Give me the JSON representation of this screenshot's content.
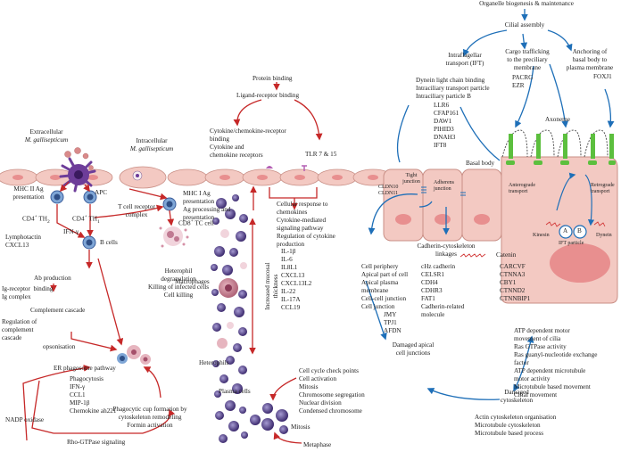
{
  "labels": {
    "organelle": "Organelle biogenesis & maintenance",
    "cilial_assembly": "Cilial assembly",
    "ift": "Intraflagellar\ntransport (IFT)",
    "cargo": "Cargo trafficking\nto the preciliary\nmembrane",
    "pacrg": "PACRG\nEZR",
    "anchoring": "Anchoring of\nbasal body to\nplasma membrane",
    "foxj1": "FOXJ1",
    "dynein_list": "Dynein light chain binding\nIntraciliary transport particle\nIntraciliary particle B",
    "genes_ift": "LLR6\nCFAP161\nDAW1\nPIHID3\nDNAH3\nIFT8",
    "axoneme": "Axoneme",
    "basal_body": "Basal body",
    "anterograde": "Anterograde\ntransport",
    "retrograde": "Retrograde\ntransport",
    "kinesin": "Kinesin",
    "dynein": "Dynein",
    "ift_particle": "IFT particle",
    "a": "A",
    "b": "B",
    "protein_binding": "Protein binding",
    "ligand_receptor": "Ligand-receptor binding",
    "cytokine_receptor": "Cytokine/chemokine-receptor\nbinding\nCytokine and\nchemokine receptors",
    "tlr": "TLR 7 & 15",
    "extracellular": "Extracellular",
    "m_gallisepticum": "M. gallisepticum",
    "intracellular": "Intracellular",
    "mhc2": "MHC II Ag\npresentation",
    "apc": "APC",
    "tcr": "T cell receptor\ncomplex",
    "mhc1": "MHC I Ag\npresentation\nAg processing and\npresentation",
    "cd8": "CD8",
    "cd8_rest": " TC cell",
    "cd4_a": "CD4",
    "th2": " TH",
    "th2_sub": "2",
    "cd4_b": "CD4",
    "th1": " TH",
    "th1_sub": "1",
    "sup_plus": "+",
    "lympho": "Lymphotactin\nCXCL13",
    "ifn": "IFN-γ",
    "bcells": "B cells",
    "ab_prod": "Ab production",
    "ig_receptor": "Ig-receptor  binding\nIg complex",
    "complement": "Complement cascade",
    "reg_complement": "Regulation of\ncomplement\ncascade",
    "opsonisation": "opsonisation",
    "heterophil": "Heterophil\ndegranulation\nKilling of infected cells\nCell killing",
    "macrophages": "Macrophages",
    "heterophils": "Heterophils",
    "plasma": "Plasma cells",
    "cellular_response": "Cellular response to\nchemokines\nCytokine-mediated\nsignaling pathway\nRegulation of cytokine\nproduction",
    "increased_mucosal": "Increased mucosal\nthickness",
    "cytokines": "IL-1β\nIL-6\nIL8L1\nCXCL13\nCXCL13L2\nIL-22\nIL-17A\nCCL19",
    "er": "ER phagosome pathway",
    "phago_list": "Phagocytosis\nIFN-γ\nCCL1\nMIP-1β\nChemokine ah221",
    "nadp": "NADP oxidase",
    "phago_cup": "Phagocytic cup formation by\ncytoskeleton remodeling\nFormin activation",
    "rho": "Rho-GTPase signaling",
    "cycle": "Cell cycle check points\nCell activation\nMitosis\nChromosome segregation\nNuclear division\nCondensed chromosome",
    "mitosis": "Mitosis",
    "metaphase": "Metaphase",
    "cldn": "CLDN10\nCLDN11",
    "tight": "Tight\njunction",
    "adherens": "Adherens\njunction",
    "cadherin": "Cadherin-cytoskeleton\nlinkages",
    "catenin": "Catenin",
    "periphery": "Cell periphery\nApical part of cell\nApical plasma\nmembrane\nCell-cell junction\nCell junction",
    "jmy": "JMY\nTPJ1\nAFDN",
    "cadherin_genes": "cHz cadherin\nCELSR1\nCDH4\nCDHR3\nFAT1\nCadherin-related\nmolecule",
    "catenin_genes": "CARCVF\nCTNNA3\nCBY1\nCTNND2\nCTNNBIP1",
    "damaged_apical": "Damaged apical\ncell junctions",
    "damaged_cyto": "Damaged\ncytoskeleton",
    "atp_list": "ATP dependent motor\nmovement of cilia\nRas GTPase activity\nRas guanyl-nucleotide exchange\nfactor\nATP dependent microtubule\nmotor activity\nMicrotubule based movement\nCilial movement",
    "cyto_list": "Actin cytoskeleton organisation\nMicrotubule cytoskeleton\nMicrotubule based process"
  },
  "colors": {
    "red_arrow": "#c62828",
    "blue_arrow": "#1e6fb8",
    "cell_fill": "#f3c9c2",
    "cell_stroke": "#c98f86",
    "nucleus": "#e88f8f",
    "purple_cell": "#4a1f6e",
    "cilia_green": "#5cbf3e"
  }
}
